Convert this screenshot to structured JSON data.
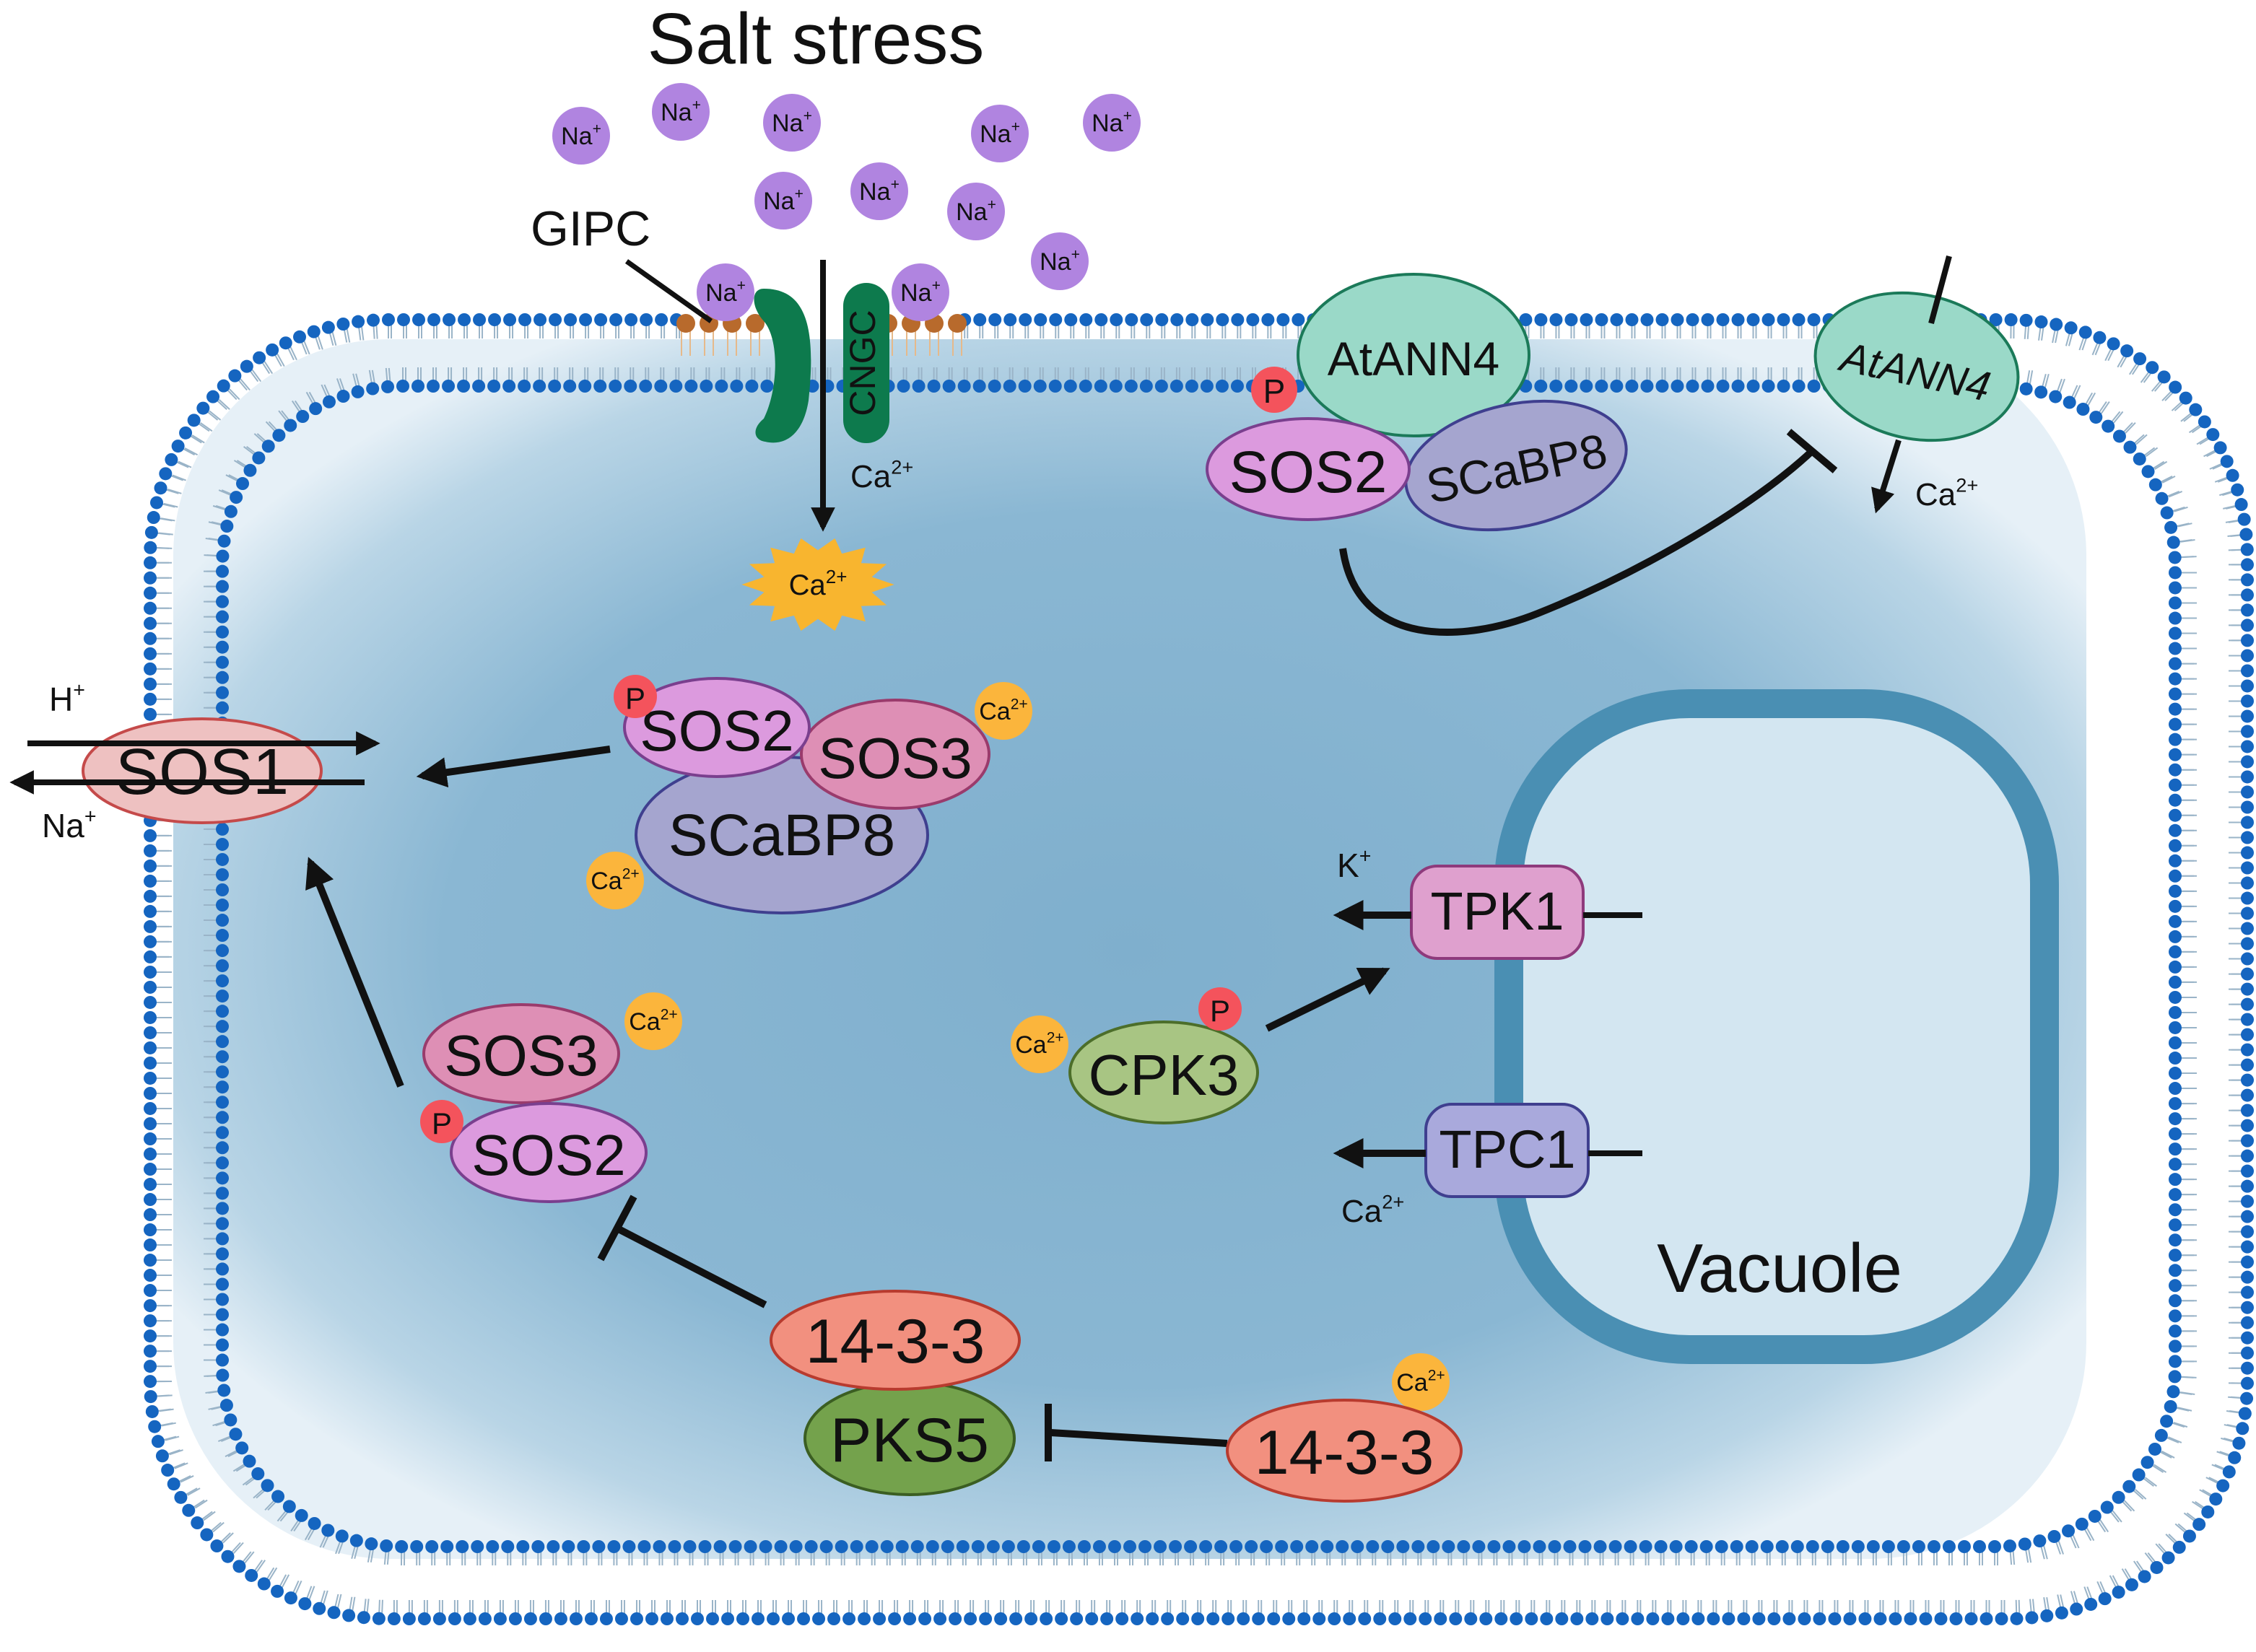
{
  "title": "Salt stress",
  "labels": {
    "gipc": "GIPC",
    "cngc": "CNGC",
    "vacuole": "Vacuole",
    "na": "Na",
    "h": "H",
    "k": "K",
    "ca": "Ca",
    "plus": "+",
    "twoplus": "2+",
    "phospho": "P"
  },
  "proteins": {
    "atann4": "AtANN4",
    "sos1": "SOS1",
    "sos2": "SOS2",
    "sos3": "SOS3",
    "scabp8": "SCaBP8",
    "tpk1": "TPK1",
    "tpc1": "TPC1",
    "cpk3": "CPK3",
    "p1433": "14-3-3",
    "pks5": "PKS5"
  },
  "colors": {
    "cytoplasm": "#8ab6d2",
    "membrane_head": "#1565c0",
    "vacuole_fill": "#d3e6f1",
    "tonoplast": "#4a8fb3",
    "sodium": "#b084e0",
    "calcium": "#fbb53c",
    "phospho": "#f4535c",
    "cngc": "#0d7a4d",
    "gipc": "#b86a2c",
    "atann4": "#9ad9c8",
    "sos1": "#eec1c1",
    "sos2": "#dc9ade",
    "sos3": "#de8fb5",
    "scabp8": "#a5a5cf",
    "tpk1": "#dfa0ce",
    "tpc1": "#a9a9dc",
    "cpk3": "#a8c583",
    "p1433": "#f2907f",
    "pks5": "#74a24c"
  }
}
